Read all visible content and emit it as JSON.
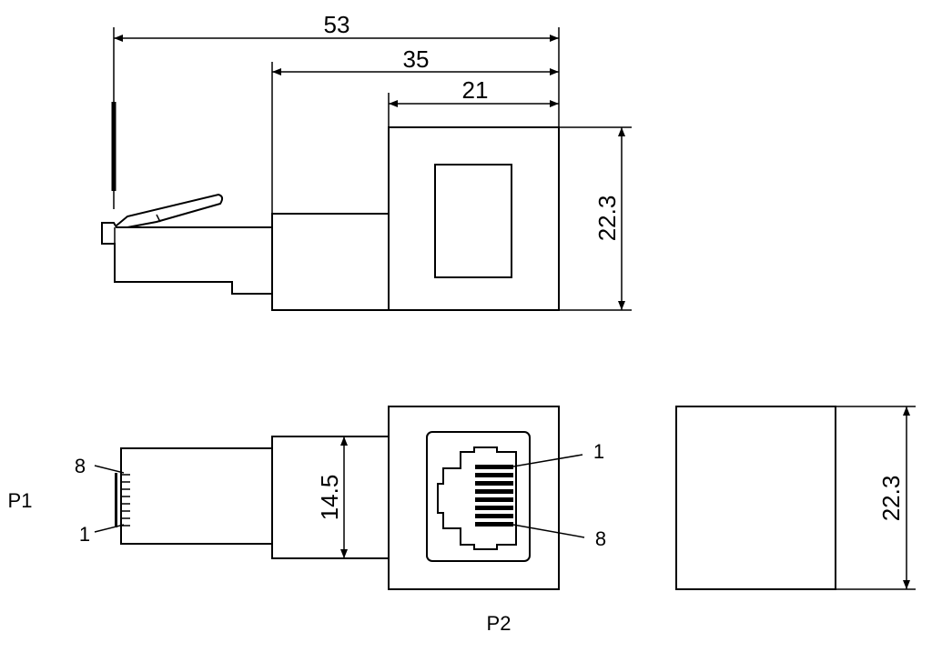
{
  "dimensions": {
    "total_length": "53",
    "mid_length": "35",
    "jack_length": "21",
    "height_side": "22.3",
    "body_height": "14.5",
    "height_back": "22.3"
  },
  "labels": {
    "plug_name": "P1",
    "jack_name": "P2",
    "plug_pin_top": "8",
    "plug_pin_bottom": "1",
    "jack_pin_top": "1",
    "jack_pin_bottom": "8"
  },
  "colors": {
    "line": "#000000",
    "background": "#ffffff"
  }
}
